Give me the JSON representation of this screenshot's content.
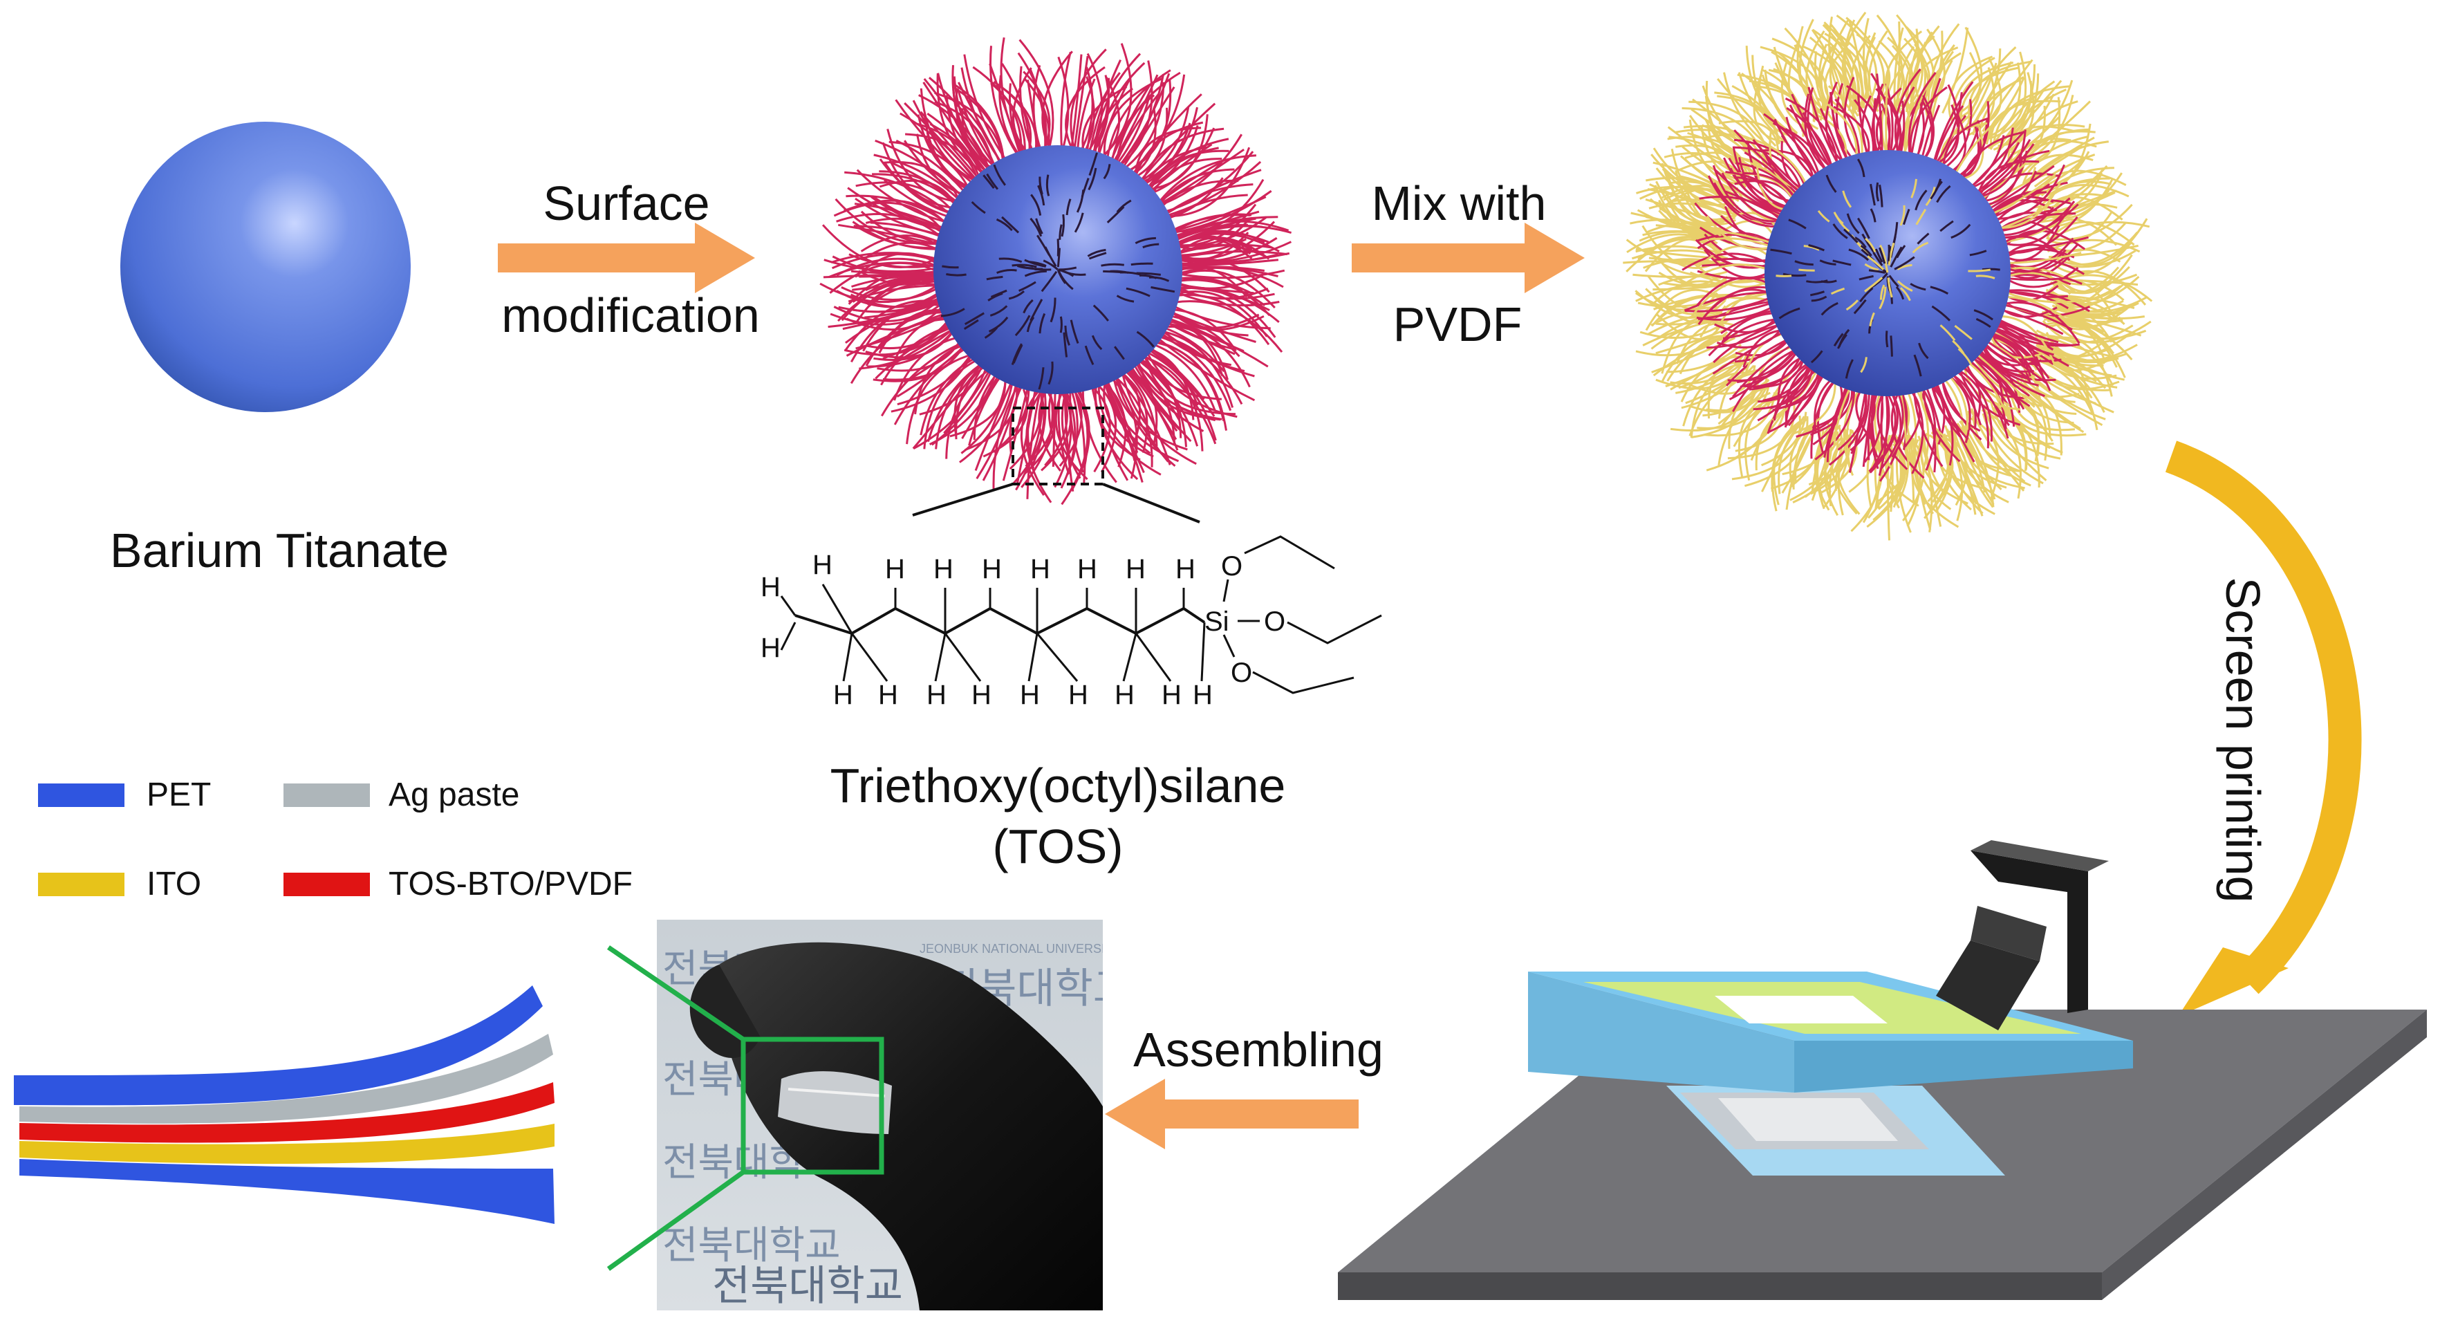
{
  "figure": {
    "particle_label": "Barium Titanate",
    "step_surface_line1": "Surface",
    "step_surface_line2": "modification",
    "step_mix_line1": "Mix with",
    "step_mix_line2": "PVDF",
    "step_screen": "Screen printing",
    "step_assembling": "Assembling",
    "tos_name": "Triethoxy(octyl)silane",
    "tos_abbr": "(TOS)"
  },
  "molecule": {
    "h": "H",
    "si": "Si",
    "o": "O"
  },
  "legend": [
    {
      "label": "PET",
      "color": "#2f55e0"
    },
    {
      "label": "Ag paste",
      "color": "#aeb6ba"
    },
    {
      "label": "ITO",
      "color": "#e7c31a"
    },
    {
      "label": "TOS-BTO/PVDF",
      "color": "#e01414"
    }
  ],
  "photo": {
    "watermark_text": "전북대학교",
    "watermark_sub": "JEONBUK NATIONAL UNIVERSITY"
  },
  "colors": {
    "sphere": "#5b7fe0",
    "tos_chain": "#d0245a",
    "pvdf_chain": "#e8cf6a",
    "arrow_orange": "#f5a25c",
    "curved_arrow": "#f1b820",
    "zoom_box": "#22b04b",
    "base_plate": "#6f6f72",
    "frame_blue": "#8fd0ef",
    "ink_green": "#cfe87a"
  }
}
